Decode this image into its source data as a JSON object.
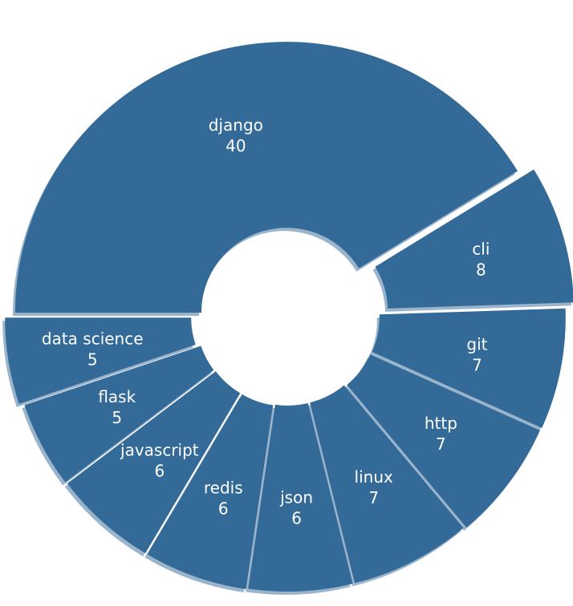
{
  "chart_data": {
    "type": "pie",
    "subtype": "donut",
    "title": "",
    "categories": [
      "django",
      "cli",
      "git",
      "http",
      "linux",
      "json",
      "redis",
      "javascript",
      "flask",
      "data science"
    ],
    "values": [
      40,
      8,
      7,
      7,
      7,
      6,
      6,
      6,
      5,
      5
    ],
    "labels": [
      {
        "name": "django",
        "value": "40"
      },
      {
        "name": "cli",
        "value": "8"
      },
      {
        "name": "git",
        "value": "7"
      },
      {
        "name": "http",
        "value": "7"
      },
      {
        "name": "linux",
        "value": "7"
      },
      {
        "name": "json",
        "value": "6"
      },
      {
        "name": "redis",
        "value": "6"
      },
      {
        "name": "javascript",
        "value": "6"
      },
      {
        "name": "flask",
        "value": "5"
      },
      {
        "name": "data science",
        "value": "5"
      }
    ],
    "start_angle_deg": 180,
    "direction": "clockwise",
    "explode": [
      4,
      20,
      9,
      8,
      6,
      6,
      7,
      7,
      8,
      14
    ],
    "shadow": true,
    "legend": "none",
    "colors": {
      "wedge": "#336a98",
      "shadow": "#9ab4cc",
      "label": "#ffffff",
      "background": "#ffffff"
    }
  }
}
